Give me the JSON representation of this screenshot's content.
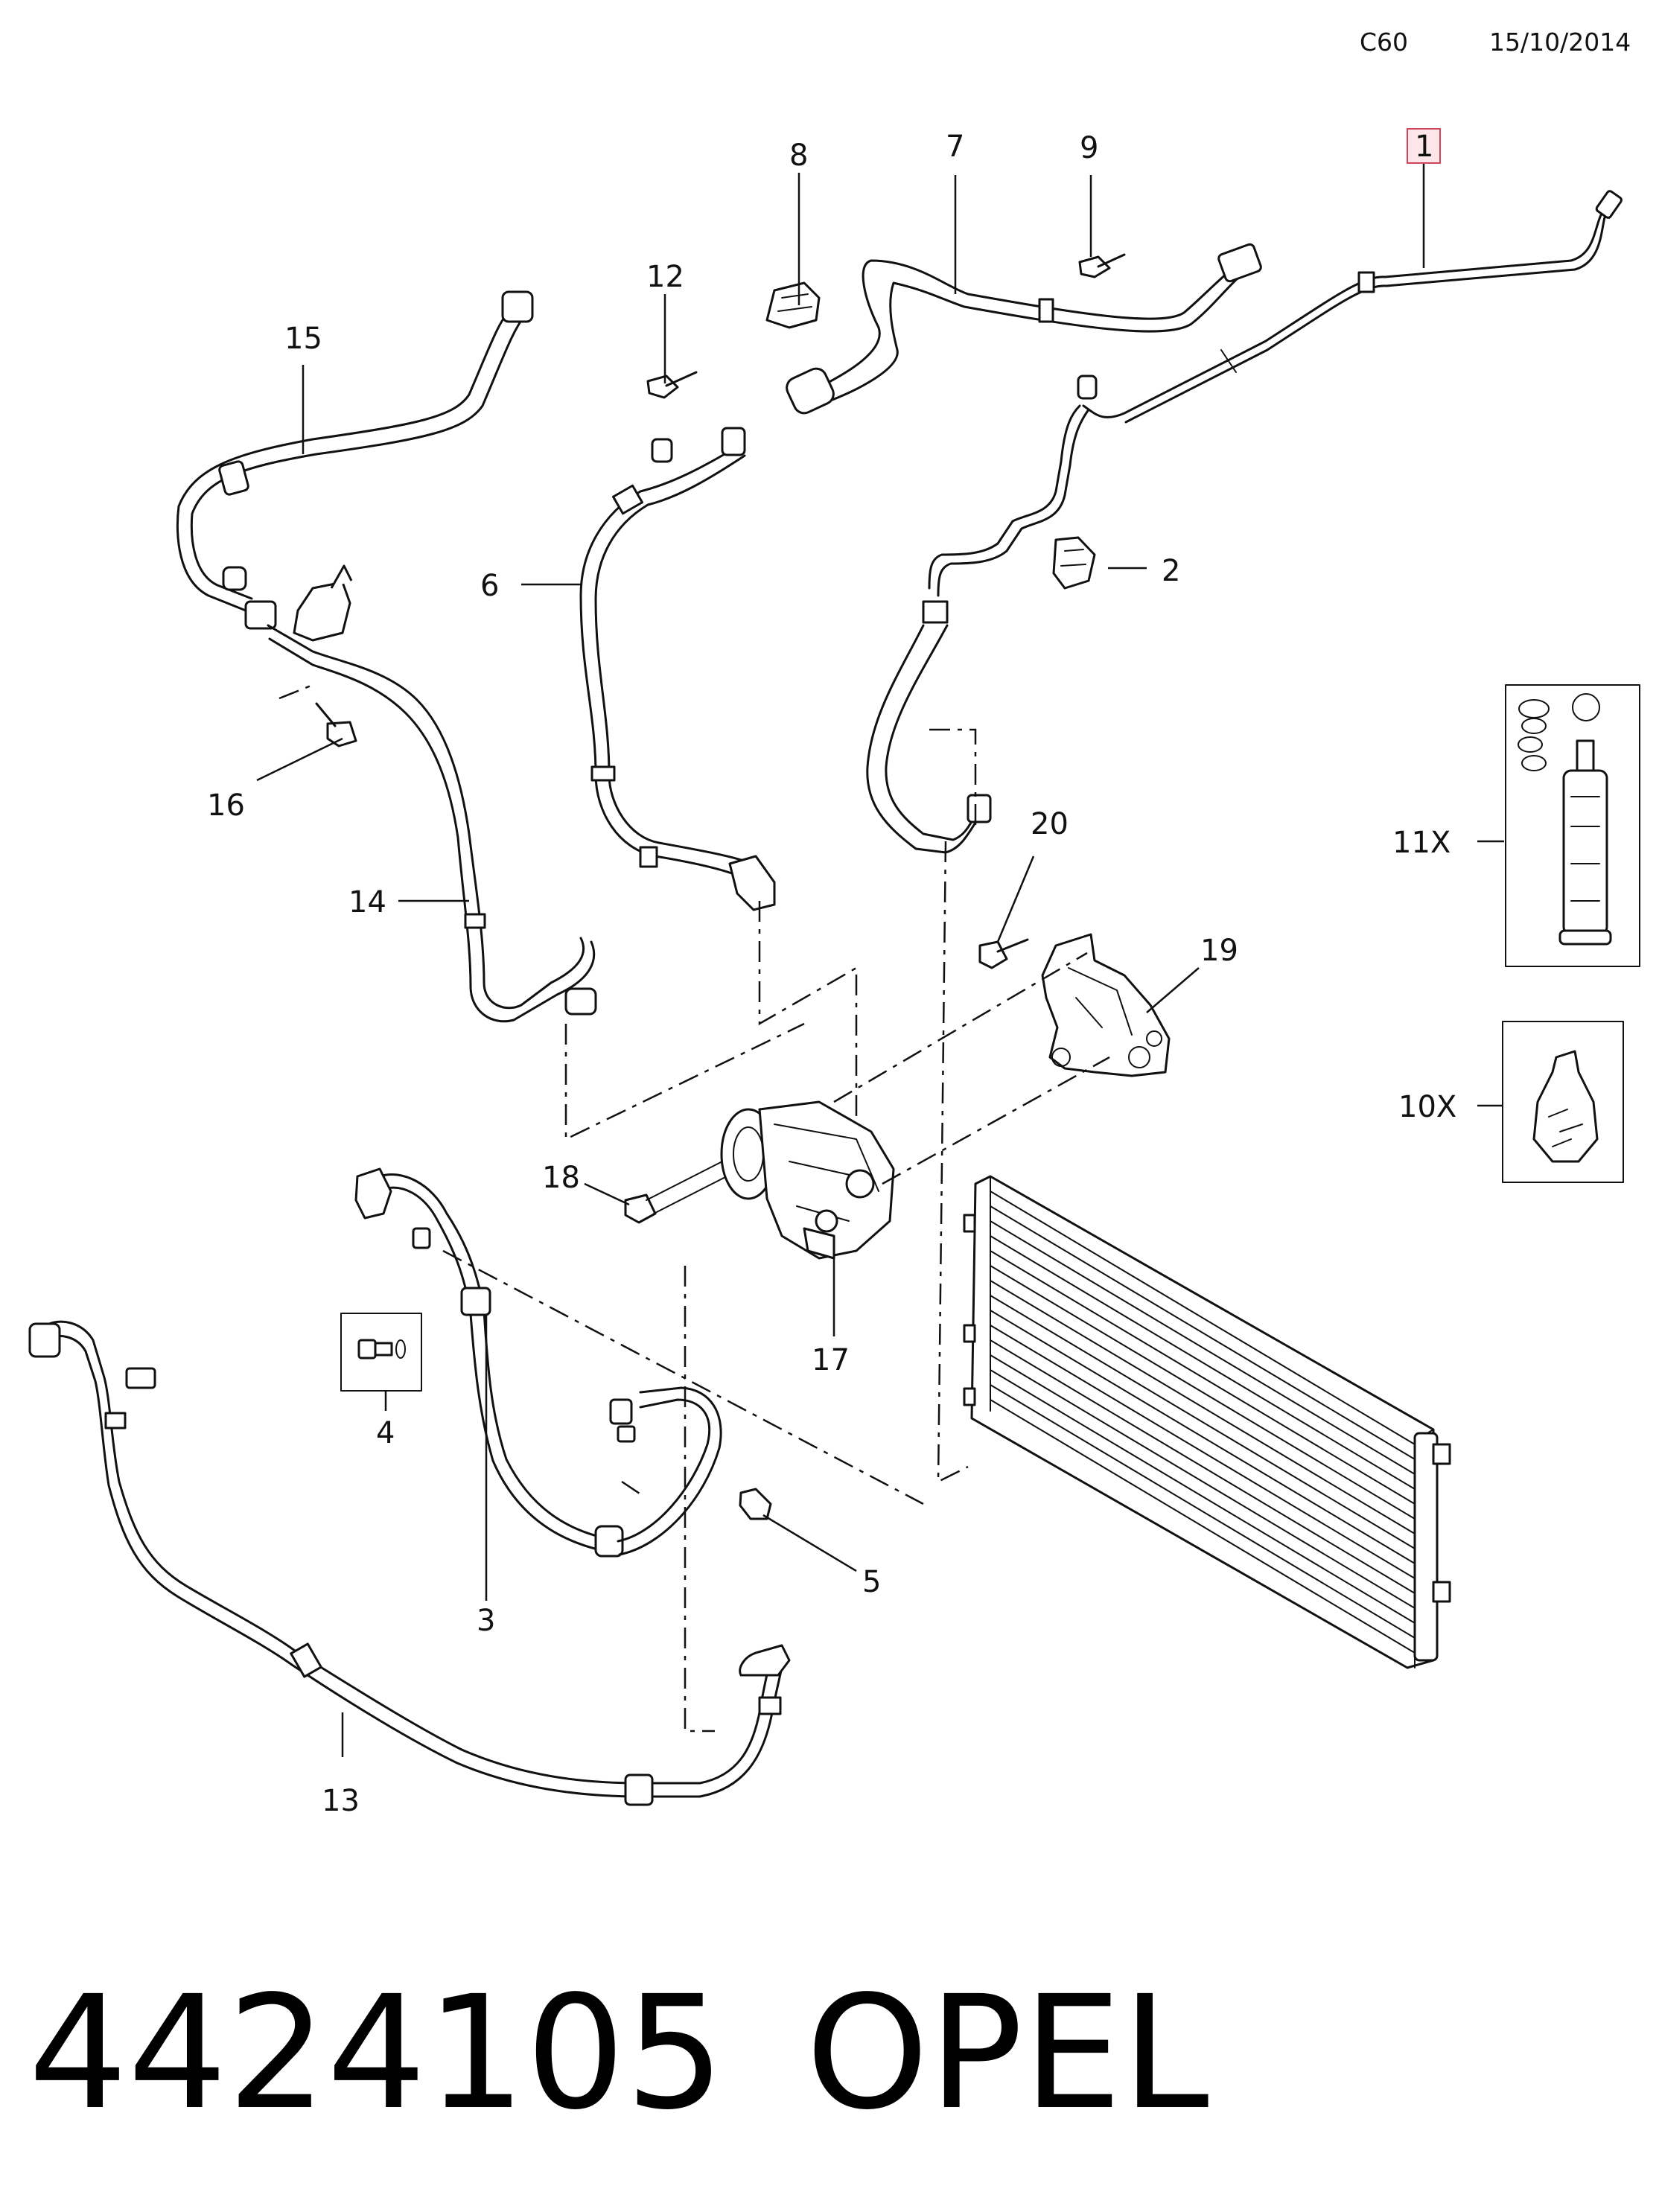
{
  "header": {
    "code": "C60",
    "date": "15/10/2014"
  },
  "footer": {
    "part_number": "4424105",
    "brand": "OPEL"
  },
  "highlighted_callout": "1",
  "callouts": {
    "c1": "1",
    "c2": "2",
    "c3": "3",
    "c4": "4",
    "c5": "5",
    "c6": "6",
    "c7": "7",
    "c8": "8",
    "c9": "9",
    "c10x": "10X",
    "c11x": "11X",
    "c12": "12",
    "c13": "13",
    "c14": "14",
    "c15": "15",
    "c16": "16",
    "c17": "17",
    "c18": "18",
    "c19": "19",
    "c20": "20"
  },
  "colors": {
    "line": "#111111",
    "highlight_fill": "#fde6ea",
    "highlight_stroke": "#d0455a"
  }
}
